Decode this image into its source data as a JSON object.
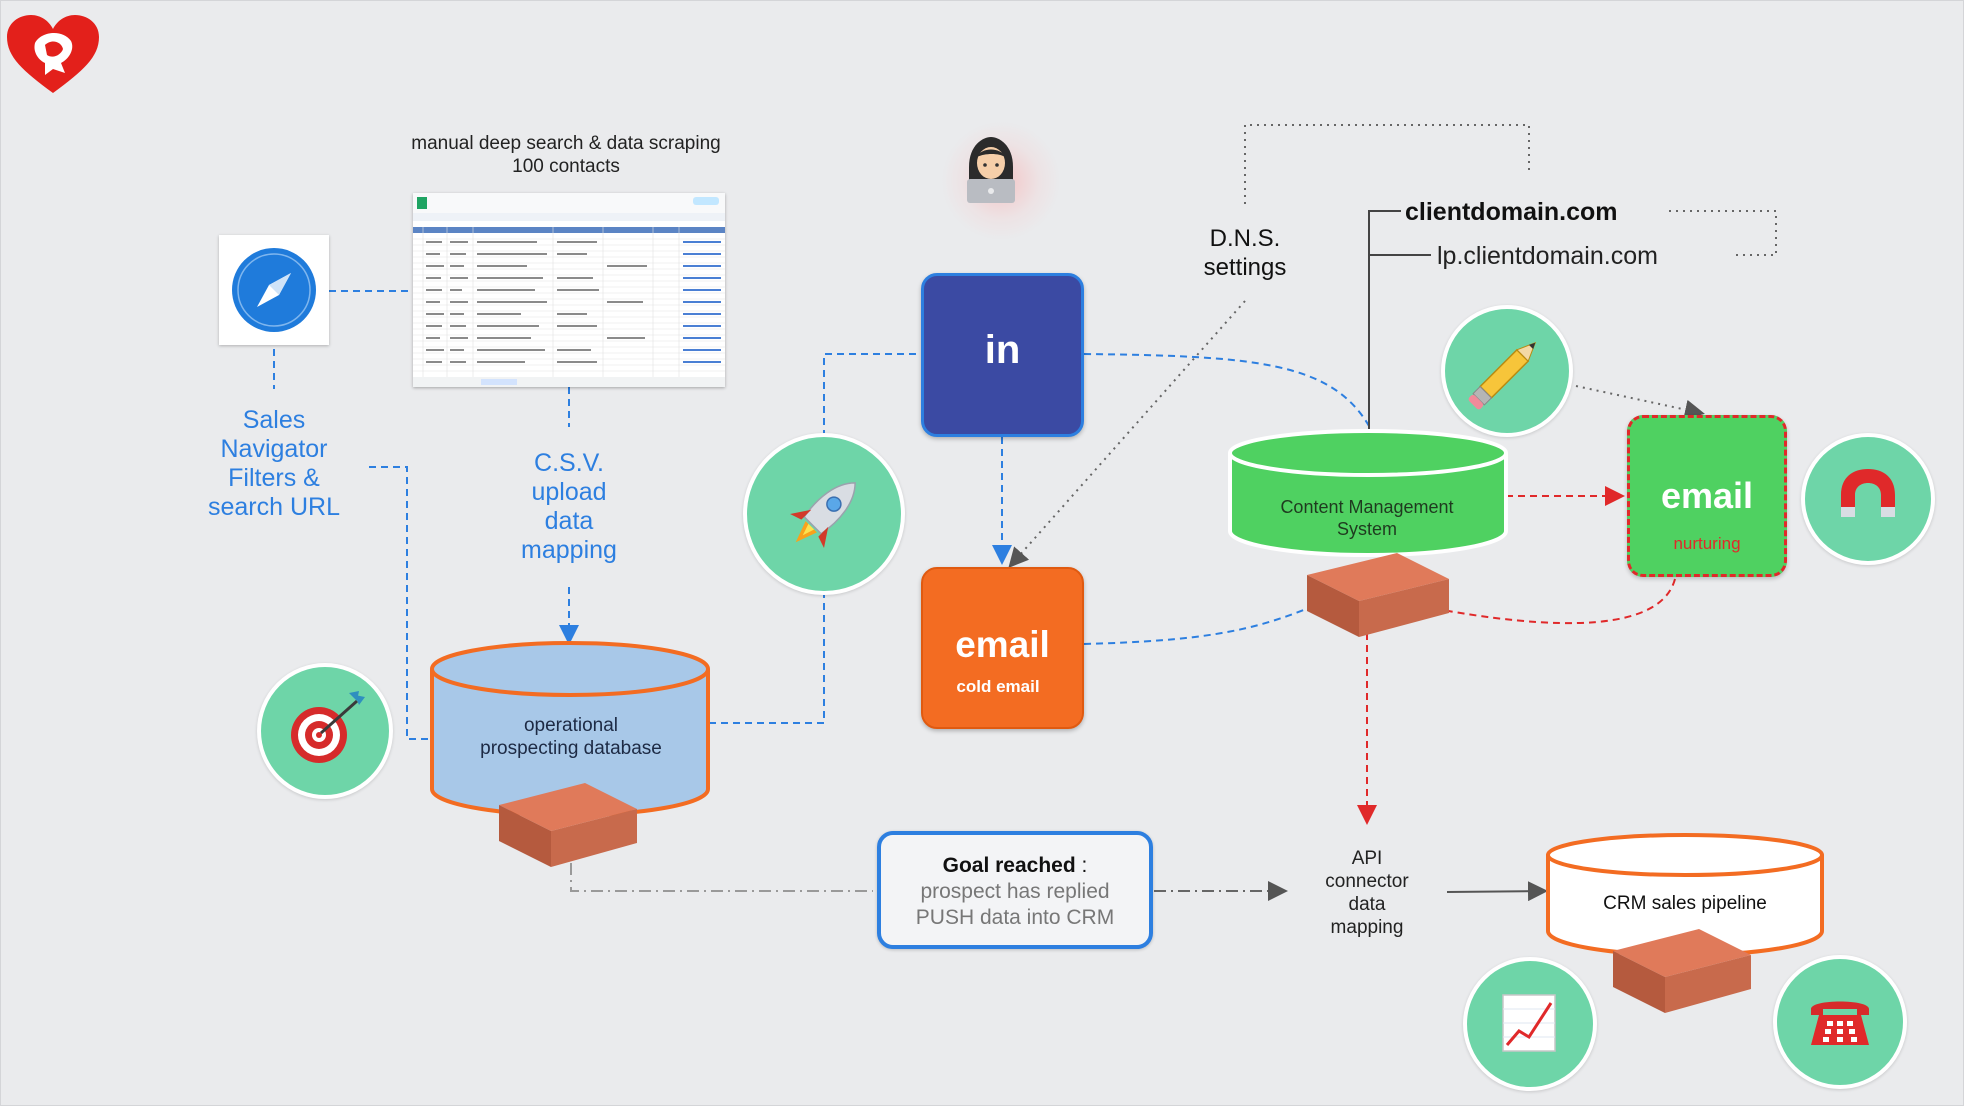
{
  "scraping_caption": [
    "manual deep search & data scraping",
    "100 contacts"
  ],
  "sales_nav_label": [
    "Sales",
    "Navigator",
    "Filters &",
    "search URL"
  ],
  "csv_label": [
    "C.S.V.",
    "upload",
    "data",
    "mapping"
  ],
  "linkedin_label": "in",
  "email_cold": {
    "title": "email",
    "subtitle": "cold email"
  },
  "dns_label": [
    "D.N.S.",
    "settings"
  ],
  "domains": {
    "primary": "clientdomain.com",
    "landing": "lp.clientdomain.com"
  },
  "cms_label": [
    "Content Management",
    "System"
  ],
  "email_nurture": {
    "title": "email",
    "subtitle": "nurturing"
  },
  "op_db_label": [
    "operational",
    "prospecting database"
  ],
  "goal_box": {
    "title": "Goal reached",
    "colon": " :",
    "line2": "prospect has replied",
    "line3": "PUSH data into CRM"
  },
  "api_label": [
    "API",
    "connector",
    "data",
    "mapping"
  ],
  "crm_label": "CRM sales pipeline",
  "icons": [
    "heart-lion-logo",
    "compass-icon",
    "spreadsheet-thumbnail",
    "woman-laptop-icon",
    "rocket-icon",
    "target-icon",
    "pencil-icon",
    "magnet-icon",
    "chart-icon",
    "telephone-icon"
  ],
  "colors": {
    "background": "#eaebed",
    "accent_blue": "#2d7fe0",
    "linkedin": "#3b4aa3",
    "cold_email": "#f36c22",
    "cms_green": "#4fd161",
    "nurture_red": "#e0292a",
    "circle_green": "#6ed5a8",
    "db_blue": "#a8c8e8"
  }
}
